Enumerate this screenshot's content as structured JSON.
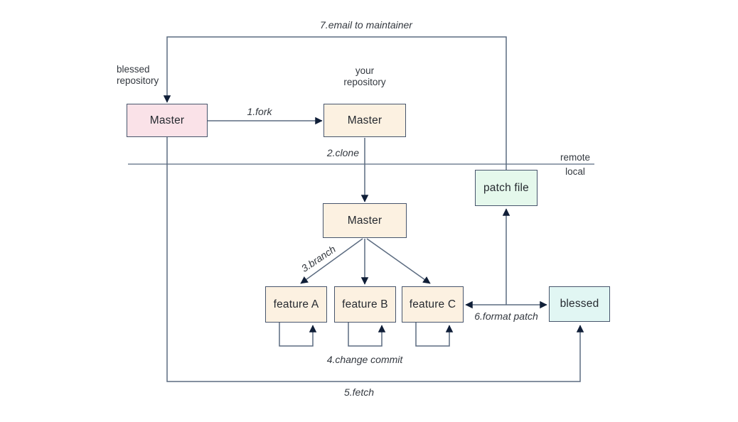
{
  "boxes": {
    "blessed_master": {
      "label": "Master"
    },
    "your_master": {
      "label": "Master"
    },
    "local_master": {
      "label": "Master"
    },
    "feature_a": {
      "label": "feature A"
    },
    "feature_b": {
      "label": "feature B"
    },
    "feature_c": {
      "label": "feature C"
    },
    "patch_file": {
      "label": "patch file"
    },
    "blessed_branch": {
      "label": "blessed"
    }
  },
  "labels": {
    "blessed_repository": "blessed\nrepository",
    "your_repository": "your\nrepository",
    "remote": "remote",
    "local": "local"
  },
  "steps": {
    "fork": "1.fork",
    "clone": "2.clone",
    "branch": "3.branch",
    "change_commit": "4.change commit",
    "fetch": "5.fetch",
    "format_patch": "6.format patch",
    "email": "7.email to maintainer"
  },
  "colors": {
    "line": "#5b6b80",
    "arrowhead": "#101f38",
    "box_border": "#47556c",
    "blessed_repo_fill": "#fae2e8",
    "working_fill": "#fcf1e1",
    "patch_fill": "#e5f8ec",
    "blessed_branch_fill": "#e1f6f3",
    "box_text": "#262a30",
    "note_text": "#33383f"
  }
}
